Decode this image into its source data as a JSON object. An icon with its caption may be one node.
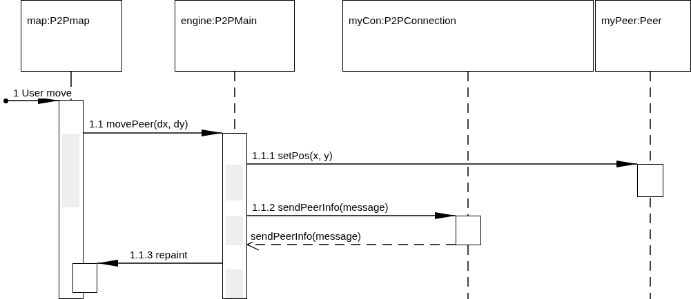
{
  "diagram": {
    "nodes": [
      {
        "text": [
          "map:P2Pmap"
        ]
      },
      {
        "text": [
          "engine:P2PMain"
        ]
      },
      {
        "text": [
          "myCon:P2PConnection"
        ]
      },
      {
        "text": [
          "myPeer:Peer"
        ]
      },
      {
        "text": [],
        "shape": "circle"
      },
      {
        "text": [],
        "shape": "bar"
      },
      {
        "text": [],
        "shape": "bar"
      },
      {
        "text": [],
        "shape": "bar"
      },
      {
        "text": [],
        "shape": "bar"
      },
      {
        "text": [],
        "shape": "bar"
      }
    ],
    "edges": [
      {
        "from": 4,
        "to": 5,
        "arrow": "to",
        "label": "1 User move"
      },
      {
        "from": 5,
        "to": 6,
        "arrow": "to",
        "label": "1.1 movePeer(dx, dy)"
      },
      {
        "from": 6,
        "to": 7,
        "arrow": "to",
        "label": "1.1.1 setPos(x, y)"
      },
      {
        "from": 6,
        "to": 8,
        "arrow": "to",
        "label": "1.1.2 sendPeerInfo(message)"
      },
      {
        "from": 8,
        "to": 6,
        "arrow": "to",
        "label": "sendPeerInfo(message)",
        "style": "dashed"
      },
      {
        "from": 6,
        "to": 9,
        "arrow": "to",
        "label": "1.1.3 repaint"
      },
      {
        "from": 0,
        "to": 5,
        "arrow": "none"
      },
      {
        "from": 1,
        "to": 6,
        "arrow": "none",
        "style": "dashed"
      },
      {
        "from": 2,
        "to": 8,
        "arrow": "none",
        "style": "dashed"
      },
      {
        "from": 3,
        "to": 7,
        "arrow": "none",
        "style": "dashed"
      }
    ]
  }
}
